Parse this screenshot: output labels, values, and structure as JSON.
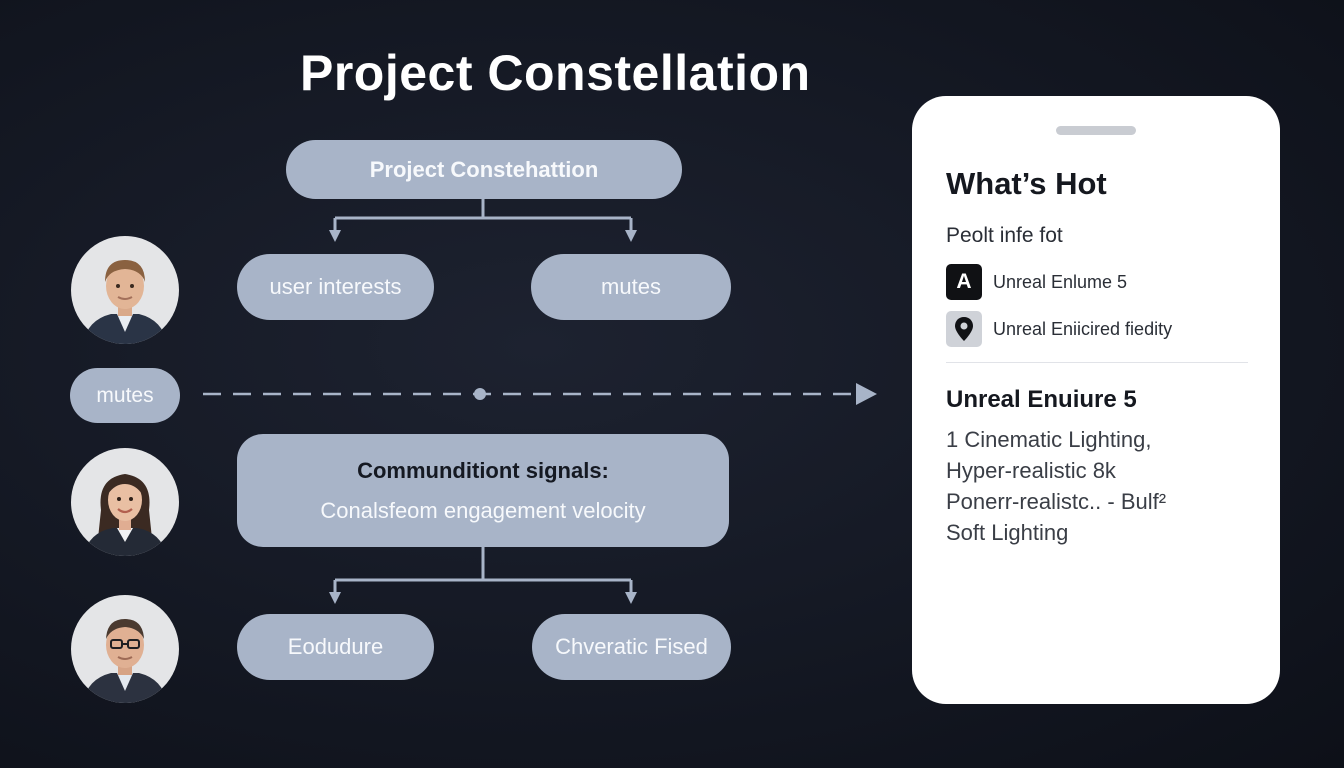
{
  "title": "Project Constellation",
  "flow": {
    "top_node": "Project Constehattion",
    "branch_left": "user interests",
    "branch_right": "mutes",
    "side_pill": "mutes",
    "signals_heading": "Communditiont signals:",
    "signals_sub": "Conalsfeom engagement velocity",
    "bottom_left": "Eodudure",
    "bottom_right": "Chveratic Fised"
  },
  "card": {
    "title": "What’s Hot",
    "subtitle": "Peolt infe fot",
    "items": [
      {
        "icon": "letter-a-icon",
        "badge": "A",
        "label": "Unreal Enlume 5"
      },
      {
        "icon": "location-pin-icon",
        "label": "Unreal Eniicired fiedity"
      }
    ],
    "heading": "Unreal Enuiure 5",
    "lines": [
      "1 Cinematic Lighting,",
      "Hyper-realistic 8k",
      "Ponerr-realistc..  - Bulf²",
      "Soft Lighting"
    ]
  },
  "colors": {
    "background": "#141823",
    "node_fill": "#a8b4c8",
    "connector": "#a8b4c8",
    "card": "#ffffff"
  }
}
